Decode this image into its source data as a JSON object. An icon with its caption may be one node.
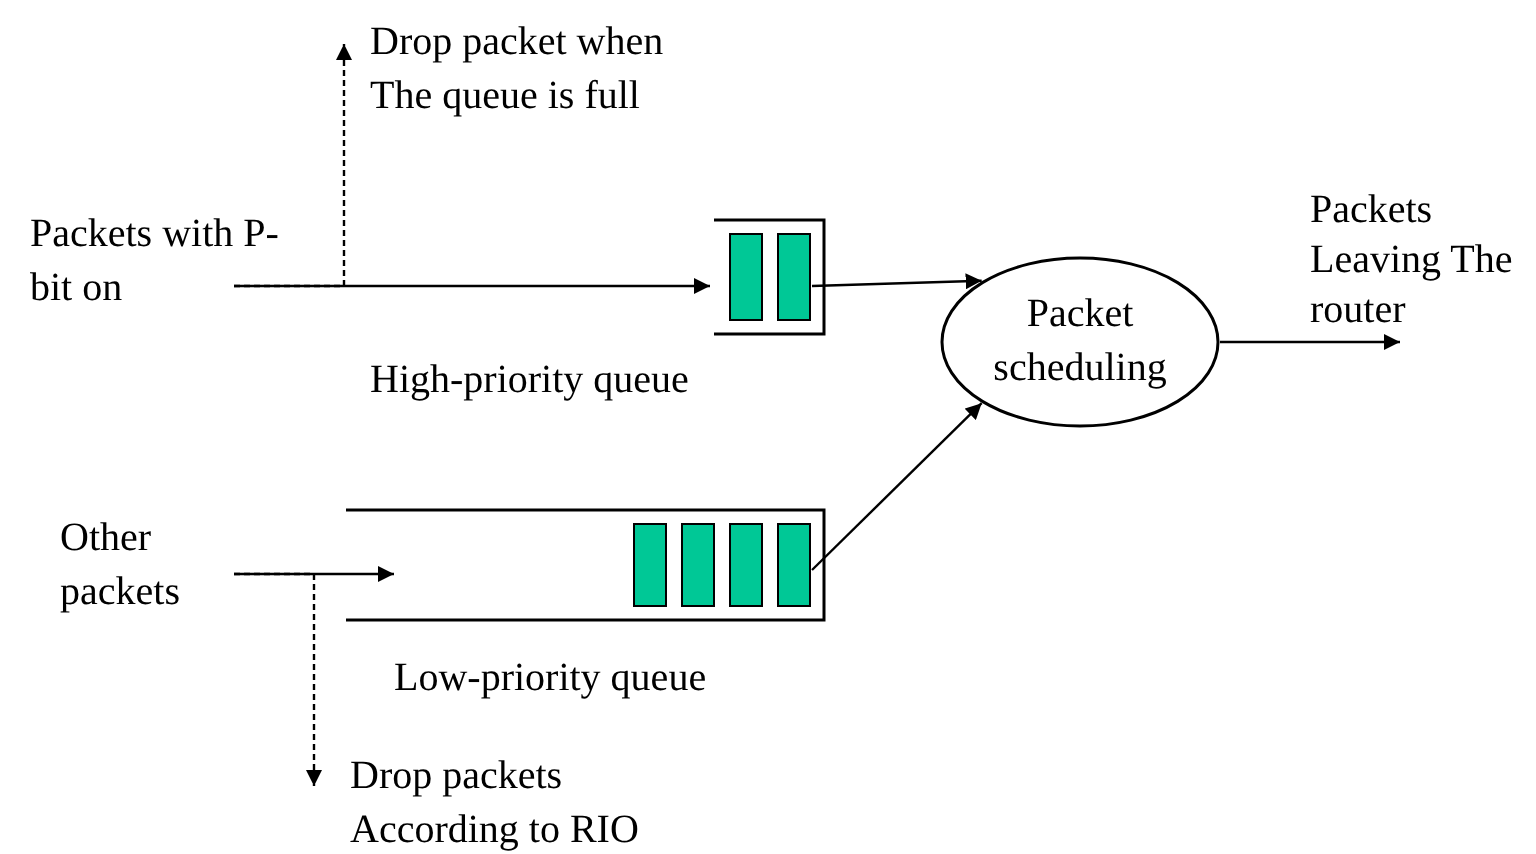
{
  "diagram": {
    "nodes": [
      {
        "text": [
          "Packets with P-bit on"
        ]
      },
      {
        "text": [
          "Drop packet when The queue is full"
        ]
      },
      {
        "text": [
          "High-priority queue"
        ]
      },
      {
        "text": [
          "Other packets"
        ]
      },
      {
        "text": [
          "Low-priority queue"
        ]
      },
      {
        "text": [
          "Drop packets According to RIO"
        ]
      },
      {
        "text": [
          "Packet scheduling"
        ]
      },
      {
        "text": [
          "Packets Leaving The router"
        ]
      }
    ],
    "edges": [
      {
        "from": 0,
        "to": 2,
        "arrow": "to"
      },
      {
        "from": 0,
        "to": 1,
        "arrow": "to",
        "style": "dashed"
      },
      {
        "from": 3,
        "to": 4,
        "arrow": "to"
      },
      {
        "from": 3,
        "to": 5,
        "arrow": "to",
        "style": "dashed"
      },
      {
        "from": 2,
        "to": 6,
        "arrow": "to"
      },
      {
        "from": 4,
        "to": 6,
        "arrow": "to"
      },
      {
        "from": 6,
        "to": 7,
        "arrow": "to"
      }
    ]
  }
}
